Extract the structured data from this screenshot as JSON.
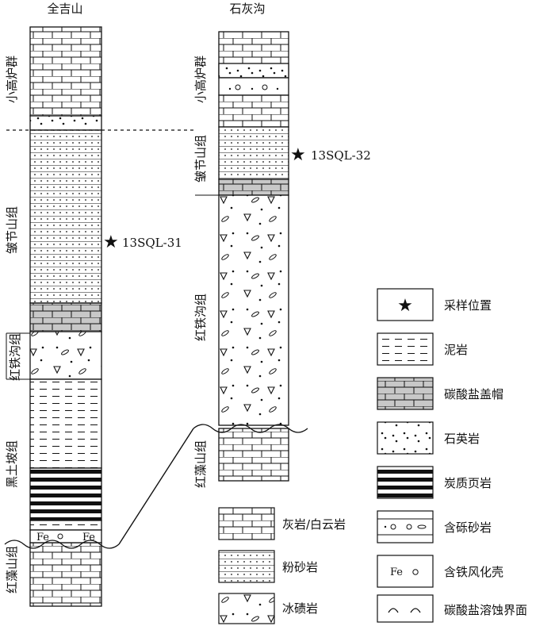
{
  "columns": {
    "left": {
      "title": "全吉山",
      "formations": [
        "小高炉群",
        "皱节山组",
        "红铁沟组",
        "黑土坡组",
        "红藻山组"
      ],
      "sample": "13SQL-31",
      "fe_labels": [
        "Fe",
        "Fe"
      ]
    },
    "right": {
      "title": "石灰沟",
      "formations": [
        "小高炉群",
        "皱节山组",
        "红铁沟组",
        "红藻山组"
      ],
      "sample": "13SQL-32"
    }
  },
  "legend": [
    {
      "label": "采样位置",
      "icon": "star-icon"
    },
    {
      "label": "泥岩",
      "icon": "mudstone-pattern"
    },
    {
      "label": "碳酸盐盖帽",
      "icon": "cap-carbonate-pattern"
    },
    {
      "label": "石英岩",
      "icon": "quartzite-pattern"
    },
    {
      "label": "炭质页岩",
      "icon": "carbonaceous-shale-pattern"
    },
    {
      "label": "含砾砂岩",
      "icon": "pebbly-sandstone-pattern"
    },
    {
      "label": "含铁风化壳",
      "icon": "ferruginous-crust-pattern",
      "symbol": "Fe"
    },
    {
      "label": "碳酸盐溶蚀界面",
      "icon": "dissolution-surface-pattern"
    },
    {
      "label": "灰岩/白云岩",
      "icon": "limestone-dolomite-pattern"
    },
    {
      "label": "粉砂岩",
      "icon": "siltstone-pattern"
    },
    {
      "label": "冰碛岩",
      "icon": "tillite-pattern"
    }
  ],
  "symbols": {
    "star": "★",
    "fe": "Fe"
  }
}
